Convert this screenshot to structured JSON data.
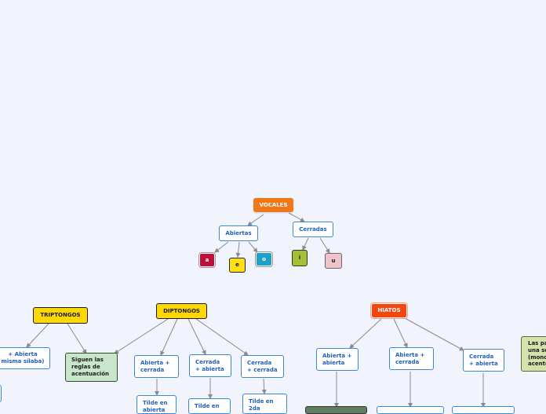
{
  "root": {
    "label": "VOCALES"
  },
  "abiertas": {
    "label": "Abiertas",
    "items": [
      "a",
      "e",
      "o"
    ]
  },
  "cerradas": {
    "label": "Cerradas",
    "items": [
      "i",
      "u"
    ]
  },
  "triptongos": {
    "label": "TRIPTONGOS",
    "child_text": [
      "+ Abierta",
      "misma sílaba)"
    ],
    "rule": [
      "Siguen las",
      "reglas de",
      "acentuación"
    ]
  },
  "diptongos": {
    "label": "DIPTONGOS",
    "types": [
      {
        "label": [
          "Abierta +",
          "cerrada"
        ],
        "tilde": [
          "Tilde en",
          "abierta"
        ]
      },
      {
        "label": [
          "Cerrada",
          "+ abierta"
        ],
        "tilde": [
          "Tilde en",
          ""
        ]
      },
      {
        "label": [
          "Cerrada",
          "+ cerrada"
        ],
        "tilde": [
          "Tilde en",
          "2da"
        ]
      }
    ]
  },
  "hiatos": {
    "label": "HIATOS",
    "types": [
      {
        "label": [
          "Abierta +",
          "abierta"
        ]
      },
      {
        "label": [
          "Abierta +",
          "cerrada"
        ]
      },
      {
        "label": [
          "Cerrada",
          "+ abierta"
        ]
      }
    ]
  },
  "side_note": [
    "Las pa",
    "una so",
    "(mono",
    "acento"
  ],
  "colors": {
    "background": "#f1f4fd",
    "connector": "#8a8a8a",
    "blue_border": "#3b87d8",
    "root_orange": "#f07818",
    "hiatos_orange": "#f2460f",
    "yellow": "#ffd800",
    "green": "#c8e6c9"
  }
}
